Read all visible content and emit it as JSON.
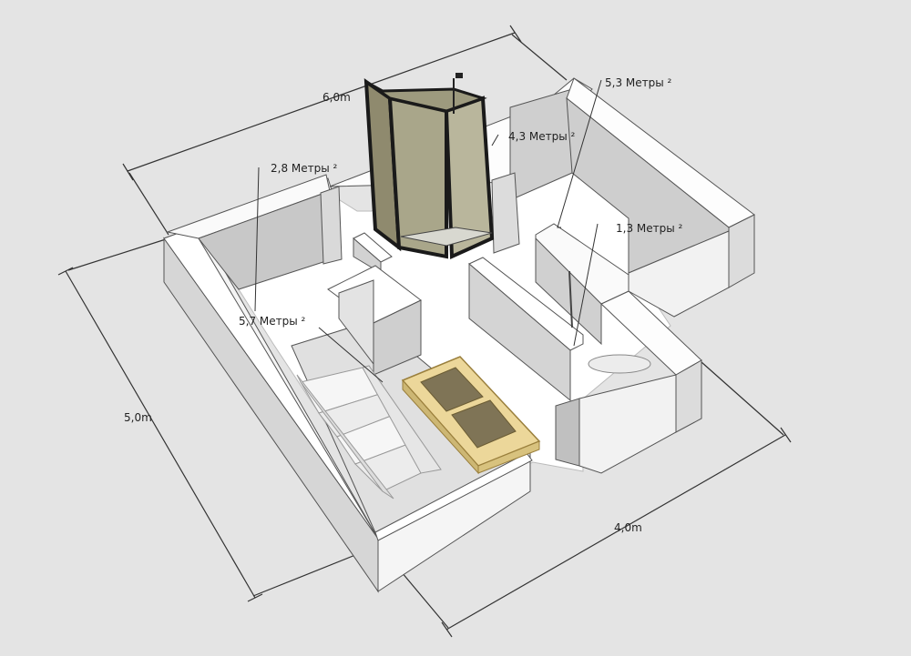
{
  "dimensions": {
    "width_top": "6,0m",
    "height_left": "5,0m",
    "width_bottom": "4,0m"
  },
  "areas": {
    "kitchen": "5,3 Метры ²",
    "shower": "4,3 Метры ²",
    "hall": "2,8 Метры ²",
    "living": "5,7 Метры ²",
    "bath": "1,3 Метры ²"
  }
}
